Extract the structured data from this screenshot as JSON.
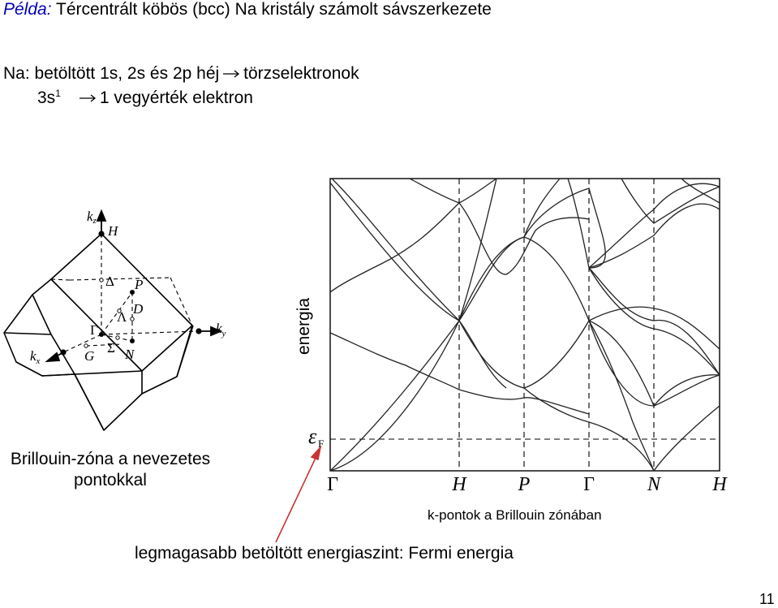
{
  "title": {
    "lead": "Példa:",
    "rest": " Tércentrált köbös (bcc) Na kristály számolt sávszerkezete"
  },
  "line1": {
    "pre": "Na: betöltött 1s, 2s és 2p héj",
    "post": "törzselektronok"
  },
  "line2": {
    "pre": "3s",
    "sup": "1",
    "post": "1 vegyérték elektron"
  },
  "bz": {
    "caption": "Brillouin-zóna a nevezetes pontokkal",
    "labels": {
      "kz": "k",
      "kz_sub": "z",
      "ky": "k",
      "ky_sub": "y",
      "kx": "k",
      "kx_sub": "x",
      "H": "H",
      "P": "P",
      "N": "N",
      "G": "G",
      "Gamma": "Γ",
      "Delta": "Δ",
      "Lambda": "Λ",
      "D": "D",
      "Sigma": "Σ"
    }
  },
  "band": {
    "ylabel": "energia",
    "fermi_symbol": "ε",
    "fermi_sub": "F",
    "kpoints": [
      "Γ",
      "H",
      "P",
      "Γ",
      "N",
      "H"
    ],
    "kpoints_caption": "k-pontok a Brillouin zónában"
  },
  "fermi_caption": "legmagasabb betöltött energiaszint: Fermi energia",
  "page_number": "11",
  "colors": {
    "title_lead": "#0000b8",
    "arrow": "#c83232"
  }
}
